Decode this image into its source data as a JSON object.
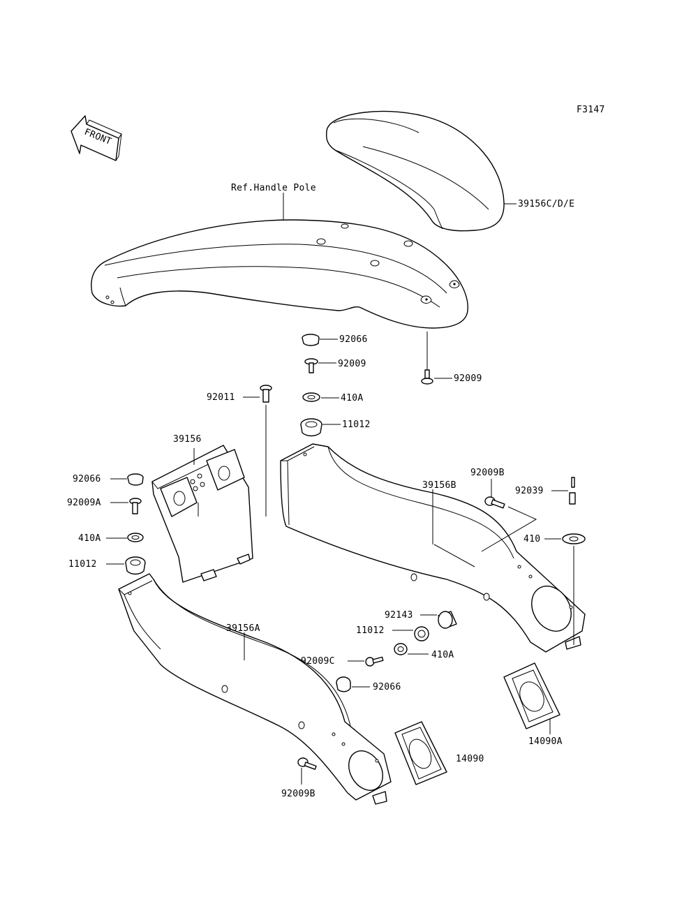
{
  "figure_code": "F3147",
  "front_arrow_text": "FRONT",
  "labels": {
    "ref_handle_pole": "Ref.Handle Pole",
    "seat_cushion": "39156C/D/E",
    "plug_top": "92066",
    "bolt_top": "92009",
    "bolt_right": "92009",
    "bolt_92011": "92011",
    "washer_top": "410A",
    "grommet_top": "11012",
    "pad_center": "39156",
    "plug_left": "92066",
    "bolt_left": "92009A",
    "washer_left": "410A",
    "grommet_left": "11012",
    "bolt_92009b_top": "92009B",
    "pad_right": "39156B",
    "pin_92039": "92039",
    "washer_410": "410",
    "spacer_92143": "92143",
    "grommet_mid": "11012",
    "washer_mid": "410A",
    "bolt_92009c": "92009C",
    "plug_mid": "92066",
    "pad_left": "39156A",
    "cover_14090a": "14090A",
    "cover_14090": "14090",
    "bolt_92009b_bottom": "92009B"
  }
}
